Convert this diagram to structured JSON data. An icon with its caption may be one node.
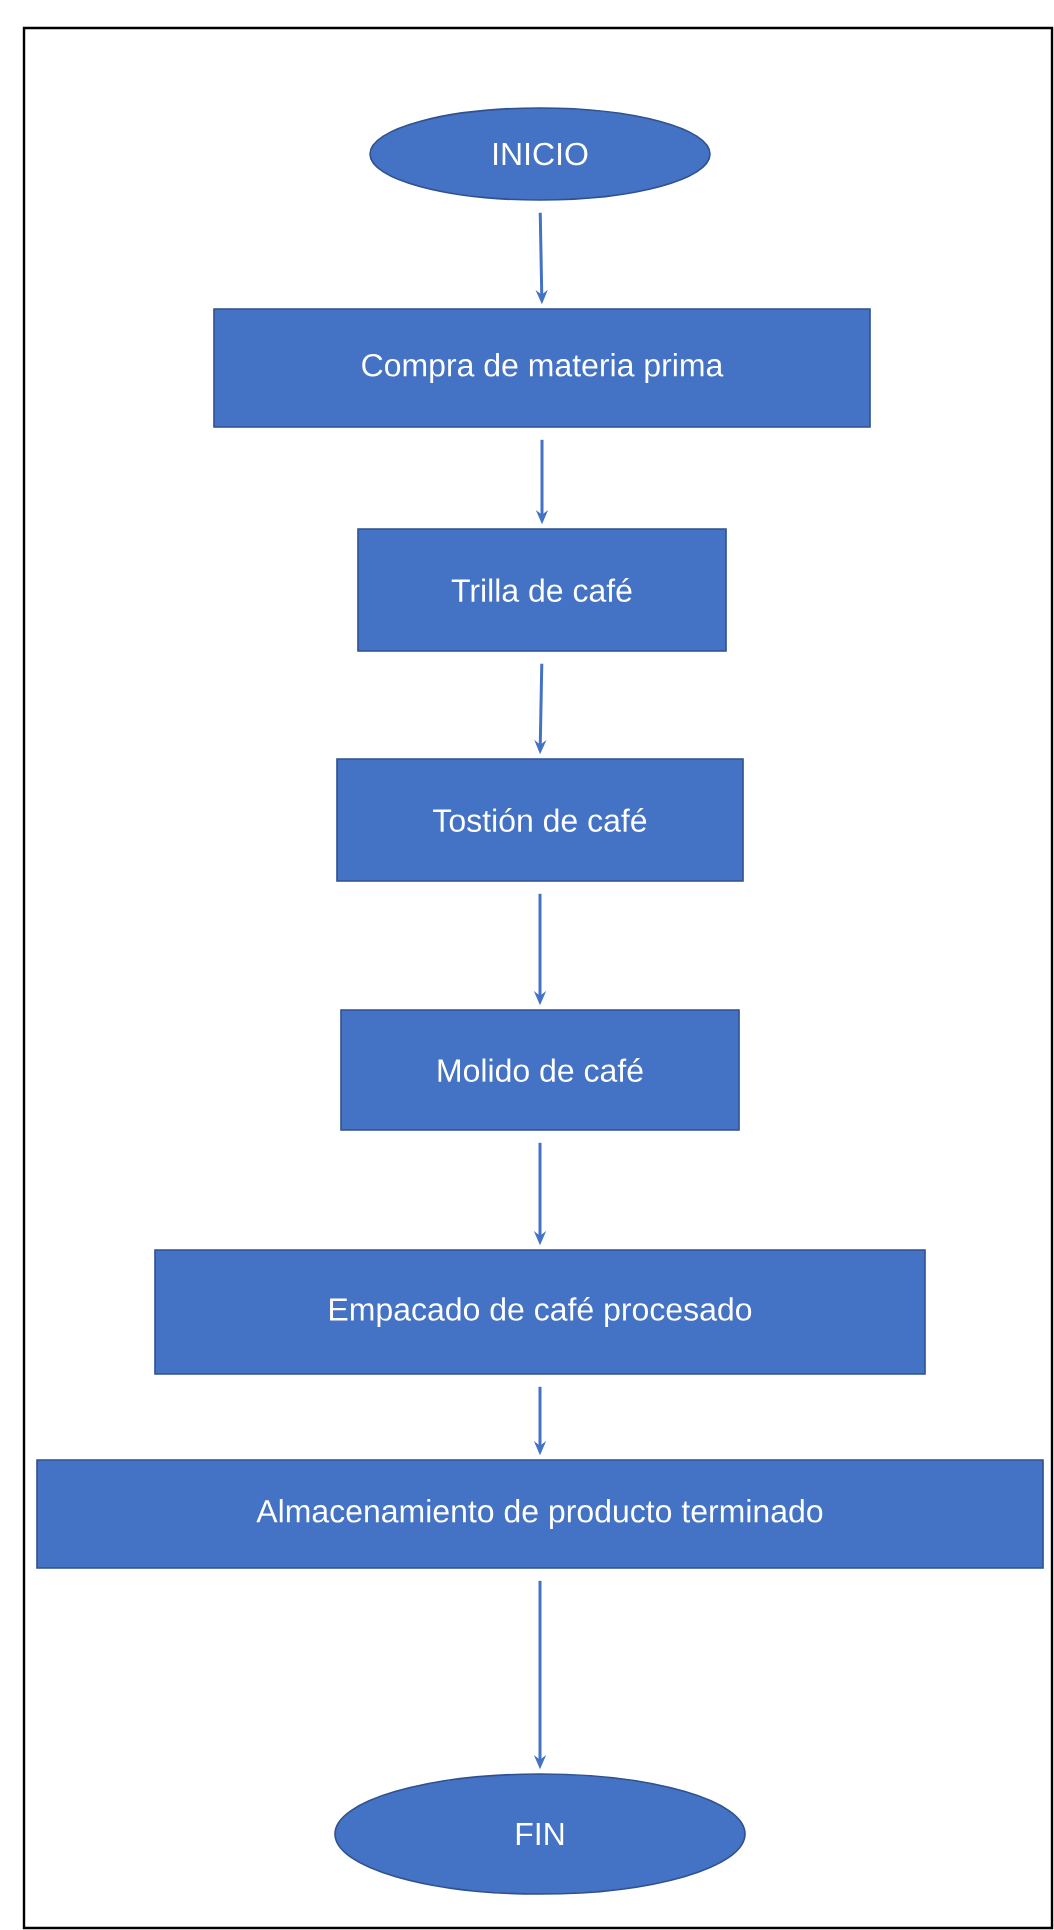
{
  "diagram": {
    "nodes": [
      {
        "text": [
          "INICIO"
        ]
      },
      {
        "text": [
          "Compra de materia prima"
        ]
      },
      {
        "text": [
          "Trilla de café"
        ]
      },
      {
        "text": [
          "Tostión de café"
        ]
      },
      {
        "text": [
          "Molido de café"
        ]
      },
      {
        "text": [
          "Empacado de café procesado"
        ]
      },
      {
        "text": [
          "Almacenamiento de producto terminado"
        ]
      },
      {
        "text": [
          "FIN"
        ]
      }
    ],
    "edges": [
      {
        "from": 0,
        "to": 1,
        "arrow": "to"
      },
      {
        "from": 1,
        "to": 2,
        "arrow": "to"
      },
      {
        "from": 2,
        "to": 3,
        "arrow": "to"
      },
      {
        "from": 3,
        "to": 4,
        "arrow": "to"
      },
      {
        "from": 4,
        "to": 5,
        "arrow": "to"
      },
      {
        "from": 5,
        "to": 6,
        "arrow": "to"
      },
      {
        "from": 6,
        "to": 7,
        "arrow": "to"
      }
    ]
  }
}
